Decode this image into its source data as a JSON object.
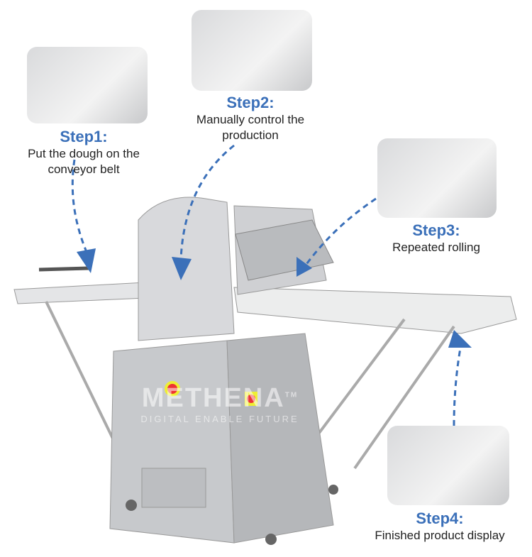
{
  "steps": [
    {
      "title": "Step1:",
      "desc": "Put the dough on the conveyor belt"
    },
    {
      "title": "Step2:",
      "desc": "Manually control the production"
    },
    {
      "title": "Step3:",
      "desc": "Repeated rolling"
    },
    {
      "title": "Step4:",
      "desc": "Finished product display"
    }
  ],
  "watermark": {
    "brand": "METHENA",
    "tm": "TM",
    "tagline": "DIGITAL ENABLE FUTURE"
  },
  "colors": {
    "step_title": "#3b70b9",
    "arrow": "#3b70b9",
    "steel": "#c9cbce"
  }
}
